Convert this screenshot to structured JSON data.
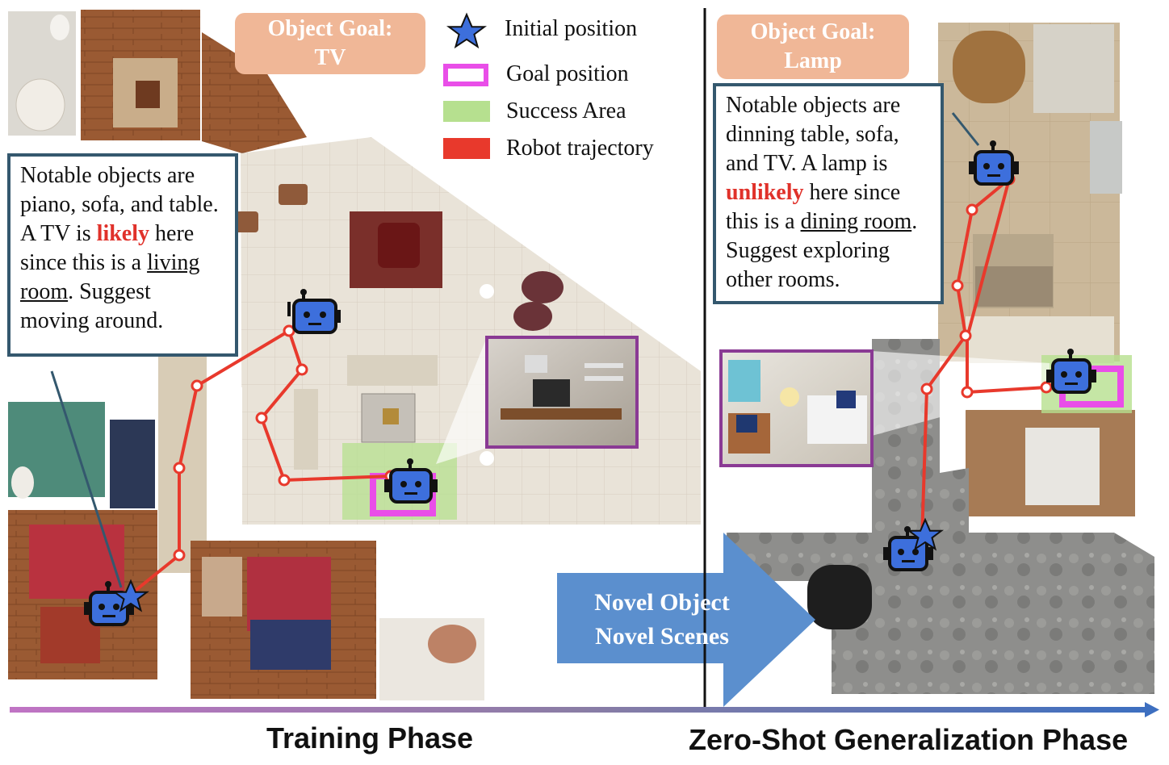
{
  "training": {
    "goal_title": "Object Goal:",
    "goal_object": "TV",
    "note": {
      "line1": "Notable objects are",
      "line2": "piano, sofa, and table.",
      "line3_pre": "A TV is ",
      "line3_em": "likely",
      "line3_post": " here",
      "line4_pre": "since this is a ",
      "line4_ul": "living",
      "line5_ul": "room",
      "line5_post": ". Suggest",
      "line6": "moving around."
    }
  },
  "legend": {
    "initial": "Initial position",
    "goal": "Goal position",
    "success": "Success Area",
    "trajectory": "Robot trajectory"
  },
  "zeroshot": {
    "goal_title": "Object Goal:",
    "goal_object": "Lamp",
    "note": {
      "line1": "Notable objects are",
      "line2": "dinning table, sofa,",
      "line3": "and TV. A lamp is",
      "line4_em": "unlikely",
      "line4_post": " here since",
      "line5_pre": "this is a ",
      "line5_ul": "dining room",
      "line5_post": ".",
      "line6": "Suggest exploring",
      "line7": "other rooms."
    }
  },
  "transfer_arrow": {
    "line1": "Novel Object",
    "line2": "Novel Scenes"
  },
  "phases": {
    "training": "Training Phase",
    "zeroshot": "Zero-Shot Generalization Phase"
  },
  "colors": {
    "trajectory": "#e8392c",
    "goal_box": "#e94ee8",
    "success_area": "#b6e08f",
    "robot": "#3d6fdc",
    "star": "#3d6fdc",
    "note_border": "#34586e",
    "goal_label_bg": "#f0b797",
    "transfer_arrow": "#5b8fce",
    "inset_frame": "#8a3a94"
  },
  "icons": [
    "robot-icon",
    "star-icon",
    "goal-square-icon"
  ]
}
